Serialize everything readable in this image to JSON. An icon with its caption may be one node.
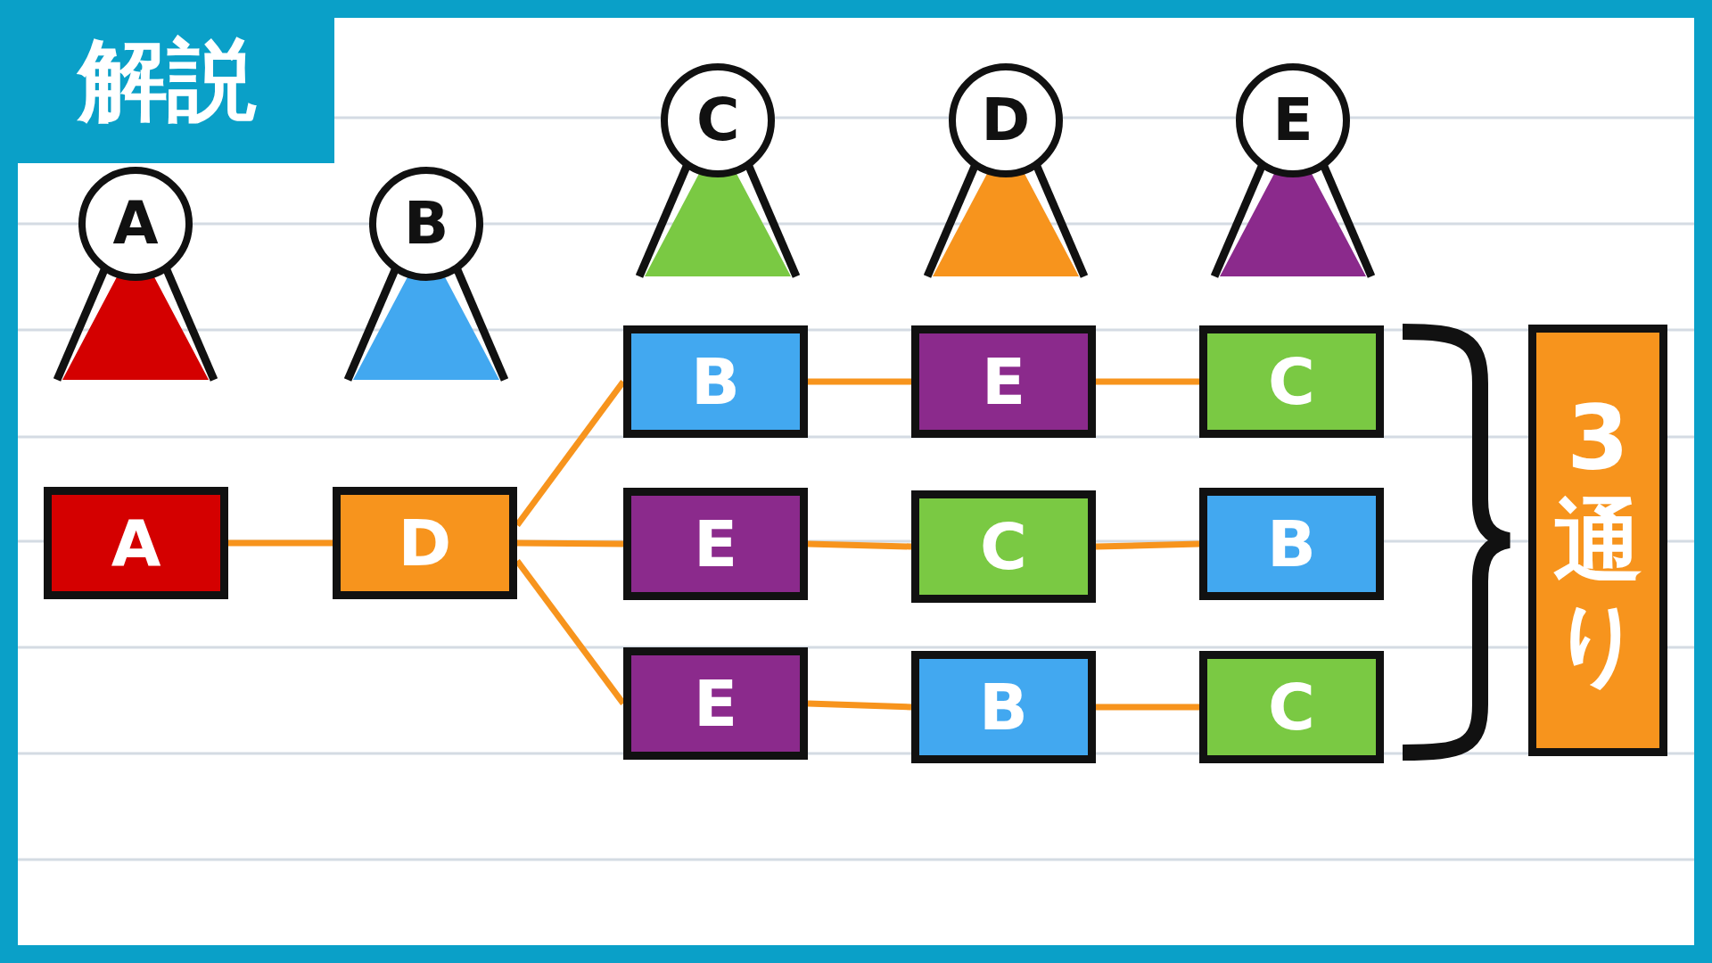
{
  "diagram": {
    "title": "解説",
    "nodes": [
      {
        "text": [
          "A"
        ]
      },
      {
        "text": [
          "B"
        ]
      },
      {
        "text": [
          "C"
        ]
      },
      {
        "text": [
          "D"
        ]
      },
      {
        "text": [
          "E"
        ]
      },
      {
        "text": [
          "A"
        ]
      },
      {
        "text": [
          "D"
        ]
      },
      {
        "text": [
          "B"
        ]
      },
      {
        "text": [
          "E"
        ]
      },
      {
        "text": [
          "C"
        ]
      },
      {
        "text": [
          "E"
        ]
      },
      {
        "text": [
          "C"
        ]
      },
      {
        "text": [
          "B"
        ]
      },
      {
        "text": [
          "E"
        ]
      },
      {
        "text": [
          "B"
        ]
      },
      {
        "text": [
          "C"
        ]
      },
      {
        "text": [
          "3通り"
        ]
      }
    ],
    "edges": [
      {
        "from": 5,
        "to": 6,
        "arrow": "none"
      },
      {
        "from": 6,
        "to": 7,
        "arrow": "none"
      },
      {
        "from": 6,
        "to": 10,
        "arrow": "none"
      },
      {
        "from": 6,
        "to": 13,
        "arrow": "none"
      },
      {
        "from": 7,
        "to": 8,
        "arrow": "none"
      },
      {
        "from": 8,
        "to": 9,
        "arrow": "none"
      },
      {
        "from": 10,
        "to": 11,
        "arrow": "none"
      },
      {
        "from": 11,
        "to": 12,
        "arrow": "none"
      },
      {
        "from": 13,
        "to": 14,
        "arrow": "none"
      },
      {
        "from": 14,
        "to": 15,
        "arrow": "none"
      }
    ]
  }
}
